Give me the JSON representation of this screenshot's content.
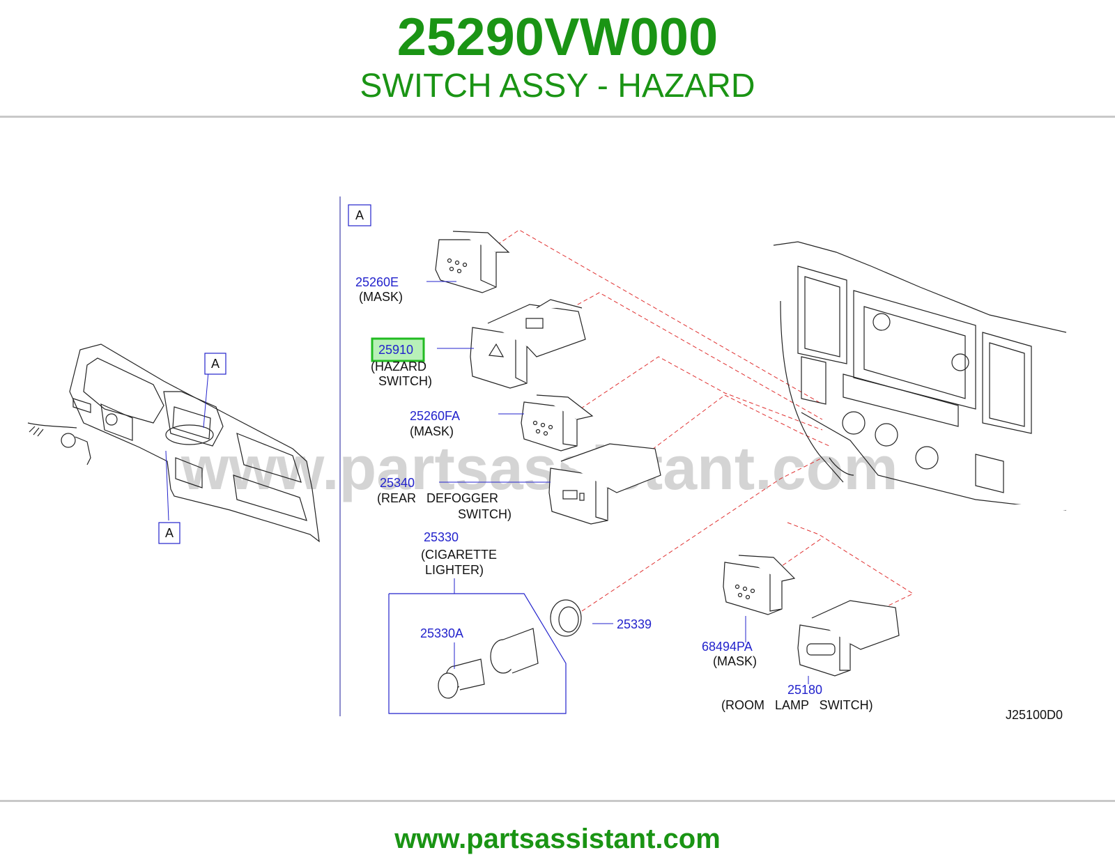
{
  "header": {
    "part_number": "25290VW000",
    "part_name": "SWITCH ASSY - HAZARD"
  },
  "diagram": {
    "ref_letter": "A",
    "watermark": "www.partsassistant.com",
    "figure_code": "J25100D0",
    "highlighted_part": "25910",
    "parts": [
      {
        "number": "25260E",
        "desc": [
          "(MASK)"
        ]
      },
      {
        "number": "25910",
        "desc": [
          "(HAZARD",
          "SWITCH)"
        ]
      },
      {
        "number": "25260FA",
        "desc": [
          "(MASK)"
        ]
      },
      {
        "number": "25340",
        "desc": [
          "(REAR   DEFOGGER",
          "SWITCH)"
        ]
      },
      {
        "number": "25330",
        "desc": [
          "(CIGARETTE",
          "LIGHTER)"
        ]
      },
      {
        "number": "25330A",
        "desc": []
      },
      {
        "number": "25339",
        "desc": []
      },
      {
        "number": "68494PA",
        "desc": [
          "(MASK)"
        ]
      },
      {
        "number": "25180",
        "desc": [
          "(ROOM   LAMP   SWITCH)"
        ]
      }
    ],
    "colors": {
      "brand_green": "#1a9414",
      "part_number_blue": "#2222cc",
      "highlight_green": "#22bb22",
      "leader_red": "#e03030"
    }
  },
  "footer": {
    "url": "www.partsassistant.com"
  }
}
